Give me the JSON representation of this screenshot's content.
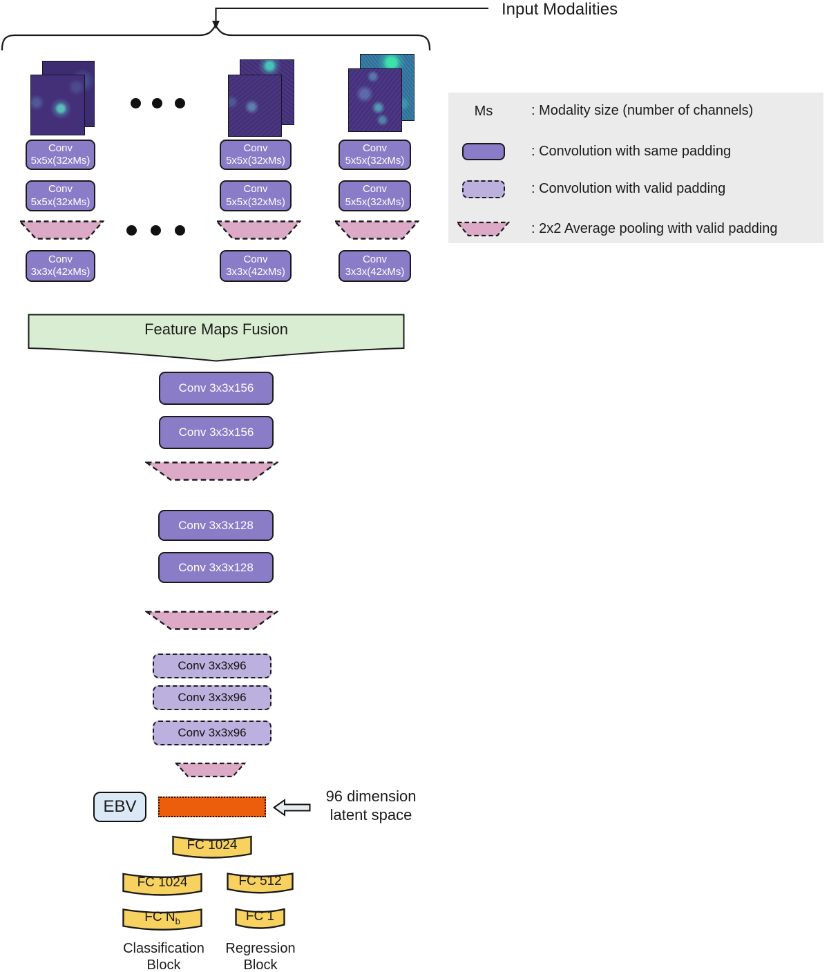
{
  "header": {
    "title": "Input Modalities"
  },
  "legend": {
    "ms_symbol": "Ms",
    "items": [
      {
        "symbol": "ms-text",
        "label": ": Modality size (number of channels)"
      },
      {
        "symbol": "conv-same-swatch",
        "label": ": Convolution with same padding"
      },
      {
        "symbol": "conv-valid-swatch",
        "label": ": Convolution with valid padding"
      },
      {
        "symbol": "avg-pool-swatch",
        "label": ": 2x2 Average pooling with valid padding"
      }
    ]
  },
  "branch": {
    "conv5_line1": "Conv",
    "conv5_line2": "5x5x(32xMs)",
    "conv3_line1": "Conv",
    "conv3_line2": "3x3x(42xMs)"
  },
  "fusion": {
    "label": "Feature Maps Fusion"
  },
  "trunk": {
    "conv156": "Conv 3x3x156",
    "conv128": "Conv 3x3x128",
    "conv96": "Conv 3x3x96"
  },
  "latent": {
    "ebv_label": "EBV",
    "annotation_line1": "96 dimension",
    "annotation_line2": "latent space"
  },
  "fc": {
    "top_fc": "FC 1024",
    "class_fc1": "FC 1024",
    "class_fc2_base": "FC N",
    "class_fc2_sub": "b",
    "reg_fc1": "FC 512",
    "reg_fc2": "FC 1"
  },
  "outputs": {
    "classification_line1": "Classification",
    "classification_line2": "Block",
    "regression_line1": "Regression",
    "regression_line2": "Block"
  },
  "colors": {
    "conv_same_padding": "#8b7cc8",
    "conv_valid_padding": "#bcb0de",
    "avg_pooling": "#dcaac6",
    "fusion_banner": "#d9edd2",
    "fc_layer": "#f8d260",
    "latent_vector": "#ec5e0c",
    "ebv_box": "#dbe9f6",
    "legend_background": "#ebebeb"
  }
}
